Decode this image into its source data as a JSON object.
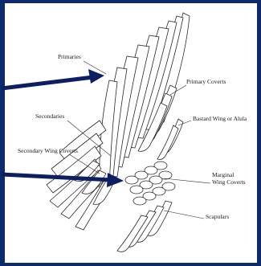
{
  "diagram": {
    "labels": {
      "primaries": "Primaries",
      "primary_coverts": "Primary Coverts",
      "secondaries": "Secondaries",
      "bastard_wing": "Bastard Wing or Alula",
      "secondary_wing_coverts": "Secondary Wing Coverts",
      "marginal_wing_coverts_line1": "Marginal",
      "marginal_wing_coverts_line2": "Wing Coverts",
      "scapulars": "Scapulars"
    },
    "colors": {
      "border": "#0d2b6b",
      "arrow": "#0d1f63",
      "ink": "#1a1a1a"
    }
  }
}
